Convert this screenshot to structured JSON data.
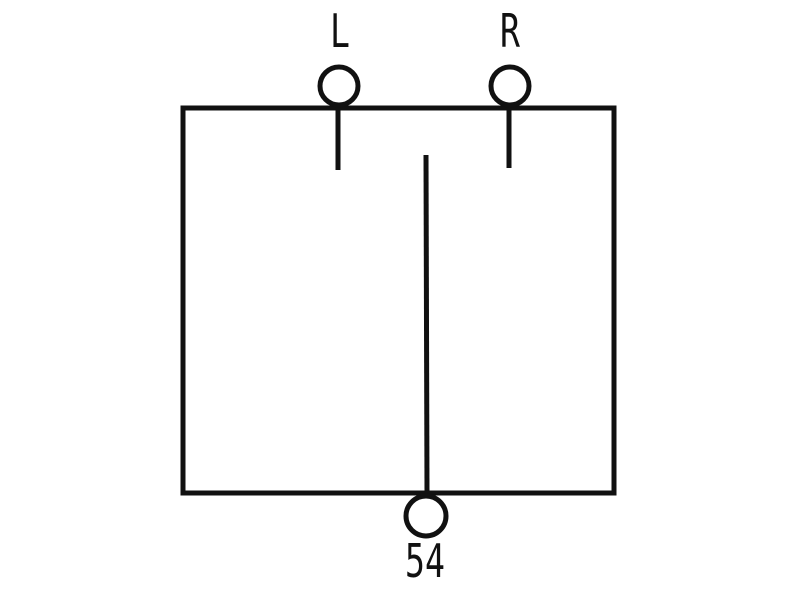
{
  "diagram": {
    "terminals": {
      "left": {
        "label": "L"
      },
      "right": {
        "label": "R"
      },
      "bottom": {
        "label": "54"
      }
    },
    "colors": {
      "stroke": "#111111",
      "background": "#ffffff"
    }
  }
}
